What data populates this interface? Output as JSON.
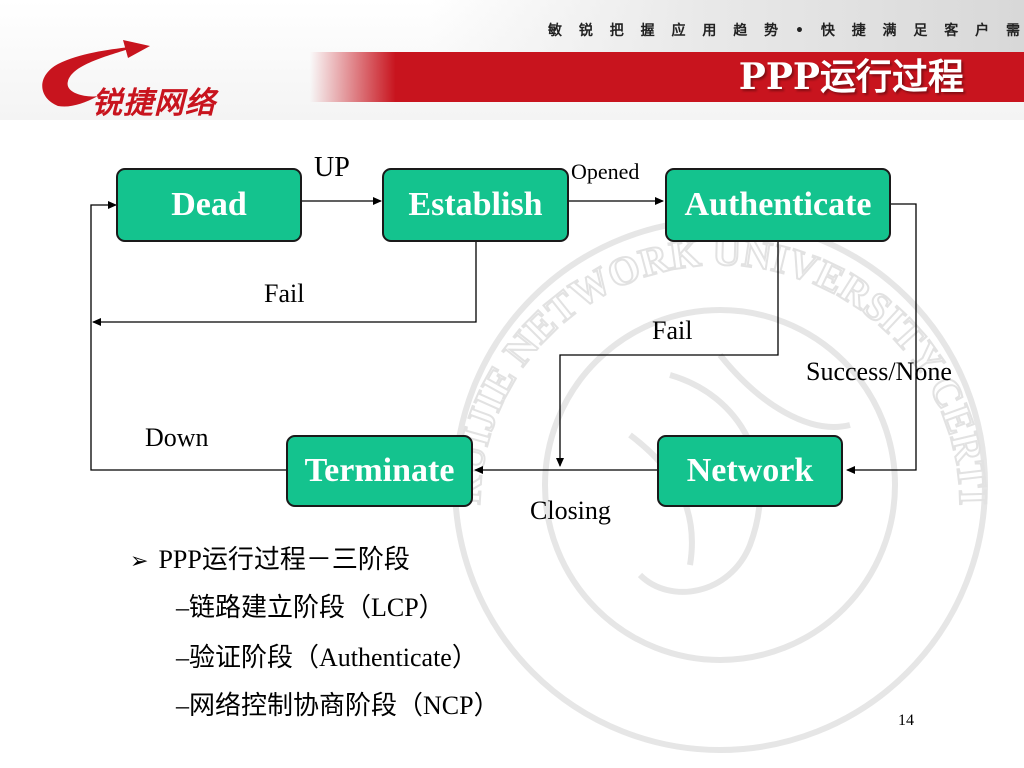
{
  "header": {
    "slogan": "敏 锐 把 握 应 用 趋 势 • 快 捷 满 足 客 户 需 求",
    "title": "PPP运行过程",
    "brand_red": "#c8141e"
  },
  "logo": {
    "text": "锐捷网络",
    "icon": "ruijie-swoosh-logo"
  },
  "watermark": {
    "text": "RUIJIE NETWORK UNIVERSITY CERTIFIED CENTER 锐捷网络大学认证中心"
  },
  "diagram": {
    "state_color": "#14c38e",
    "states": {
      "dead": "Dead",
      "establish": "Establish",
      "authenticate": "Authenticate",
      "terminate": "Terminate",
      "network": "Network"
    },
    "transitions": {
      "up": "UP",
      "opened": "Opened",
      "fail_establish": "Fail",
      "fail_auth": "Fail",
      "success_none": "Success/None",
      "down": "Down",
      "closing": "Closing"
    }
  },
  "bullets": {
    "main": "PPP运行过程－三阶段",
    "sub": [
      "–链路建立阶段（LCP）",
      "–验证阶段（Authenticate）",
      "–网络控制协商阶段（NCP）"
    ],
    "marker": "➢"
  },
  "page_number": "14"
}
